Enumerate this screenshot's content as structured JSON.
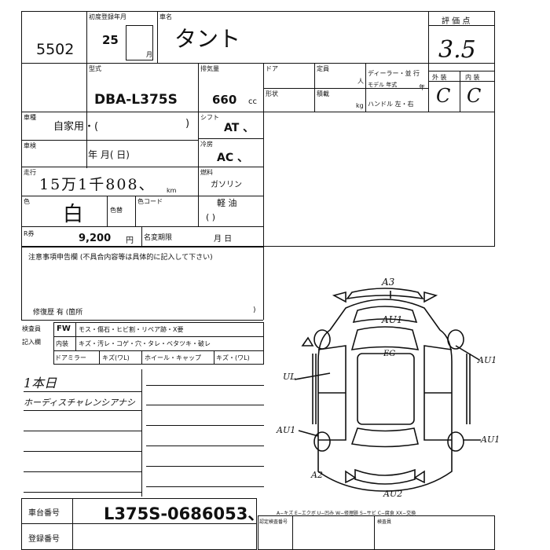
{
  "lot_no": "5502",
  "reg_label": "初度登録年月",
  "reg_year": "25",
  "reg_month_unit": "月",
  "name_label": "車名",
  "car_name": "タント",
  "grade_title": "評 価 点",
  "grade": "3.5",
  "model_label": "型式",
  "model": "DBA-L375S",
  "cc_label": "排気量",
  "cc_value": "660",
  "cc_unit": "cc",
  "door_label": "ドア",
  "capacity_label": "定員",
  "capacity_unit": "人",
  "dealer_label": "ディーラー・並 行",
  "model_year_label": "モデル 年式",
  "year_unit": "年",
  "shape_label": "形状",
  "load_label": "積載",
  "load_unit": "kg",
  "handle_label": "ハンドル 左・右",
  "exterior_label": "外 装",
  "interior_label": "内 装",
  "exterior_grade": "C",
  "interior_grade": "C",
  "use_label": "車種",
  "use_value": "自家用・(",
  "use_close": ")",
  "shift_label": "シフト",
  "shift_value": "AT 、",
  "inspection_label": "車検",
  "inspection_value": "年  月(  日)",
  "ac_label": "冷房",
  "ac_value": "AC 、",
  "mileage_label": "走行",
  "mileage_value": "15万1千808、",
  "km_unit": "km",
  "fuel_label": "燃料",
  "fuel_value": "ガソリン",
  "fuel_other": "軽 油",
  "fuel_paren": "(     )",
  "color_label": "色",
  "color_value": "白",
  "color_change_label": "色替",
  "color_code_label": "色コード",
  "recycle_label": "R券",
  "recycle_value": "9,200",
  "recycle_unit": "円",
  "name_change_label": "名変期限",
  "name_change_value": "月    日",
  "notes_label": "注意事項申告欄 (不具合内容等は具体的に記入して下さい)",
  "repair_label": "修復歴   有  (箇所",
  "repair_close": ")",
  "check_label_1": "検査員",
  "check_label_2": "記入欄",
  "check_rows": [
    {
      "head": "FW",
      "text": "モス・傷石・ヒビ割・リペア跡・X要"
    },
    {
      "head": "内装",
      "text": "キズ・汚レ・コゲ・穴・タレ・ベタツキ・破レ"
    },
    {
      "head": "ドアミラー",
      "text": "キズ(ワL)",
      "sub": "ホイール・キャップ",
      "sub_text": "キズ・(ワL)"
    }
  ],
  "note_line_1": "1本日",
  "note_line_2": "ホーディスチャレンシアナシ",
  "chassis_label": "車台番号",
  "chassis_value": "L375S-0686053、",
  "reg_no_label": "登録番号",
  "legend": "A−キズ  E−エクボ  U−凹み  W−修理跡  S−サビ  C−腐食  XX−交換",
  "legend_box_1": "認定検査番号",
  "legend_box_2": "検査員",
  "marks": {
    "top": "A3",
    "hood": "AU1",
    "roof": "EG",
    "left_side": "UL",
    "right_front": "AU1",
    "left_rear": "AU1",
    "right_rear": "AU1",
    "rear_left": "A2",
    "rear": "AU2"
  }
}
